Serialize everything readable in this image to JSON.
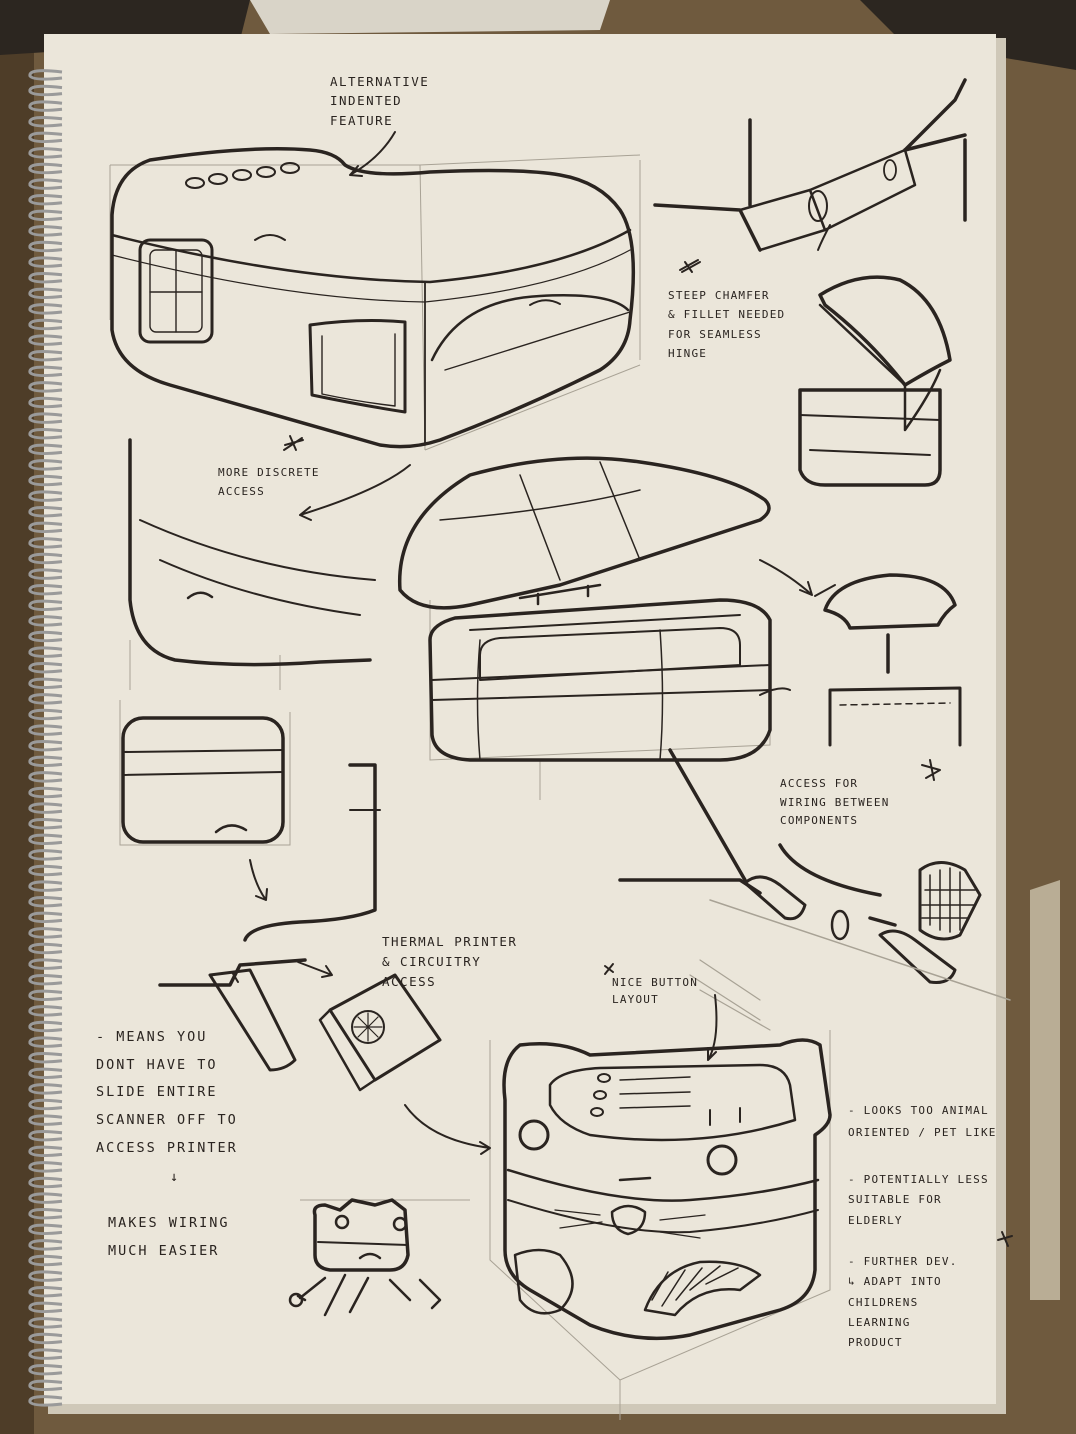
{
  "colors": {
    "desk": "#6f5a3e",
    "desk_dark": "#4e3d28",
    "paper": "#ebe6da",
    "paper_shadow": "#cfc8b8",
    "ink": "#2a2420",
    "pencil": "#a8a295",
    "spiral": "#9a9a9a"
  },
  "notes": [
    {
      "id": "note-alternative-indented-feature",
      "text": "ALTERNATIVE\nINDENTED\nFEATURE"
    },
    {
      "id": "note-steep-chamfer",
      "text": "STEEP CHAMFER\n& FILLET NEEDED\nFOR SEAMLESS\nHINGE"
    },
    {
      "id": "note-more-discrete-access",
      "text": "MORE DISCRETE\nACCESS"
    },
    {
      "id": "note-access-for-wiring",
      "text": "ACCESS FOR\nWIRING BETWEEN\nCOMPONENTS"
    },
    {
      "id": "note-thermal-printer",
      "text": "THERMAL PRINTER\n& CIRCUITRY\nACCESS"
    },
    {
      "id": "note-nice-button-layout",
      "text": "NICE BUTTON\nLAYOUT"
    },
    {
      "id": "note-means-you",
      "text": "- MEANS YOU\nDONT HAVE TO\nSLIDE ENTIRE\nSCANNER OFF TO\nACCESS PRINTER"
    },
    {
      "id": "note-arrow-down",
      "text": "↓"
    },
    {
      "id": "note-makes-wiring",
      "text": "MAKES WIRING\nMUCH EASIER"
    },
    {
      "id": "note-looks-too-animal",
      "text": "- LOOKS TOO ANIMAL\nORIENTED / PET LIKE"
    },
    {
      "id": "note-potentially-less",
      "text": "- POTENTIALLY LESS\nSUITABLE FOR\nELDERLY"
    },
    {
      "id": "note-further-dev",
      "text": "- FURTHER DEV.\n↳ ADAPT INTO\nCHILDRENS\nLEARNING\nPRODUCT"
    }
  ]
}
